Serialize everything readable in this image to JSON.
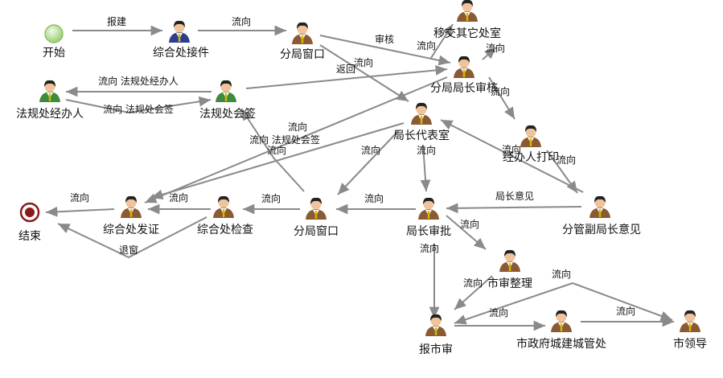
{
  "nodes": [
    {
      "id": "start",
      "label": "开始",
      "kind": "start"
    },
    {
      "id": "zhjj",
      "label": "综合处接件",
      "kind": "person-blue"
    },
    {
      "id": "fjck1",
      "label": "分局窗口",
      "kind": "person-brown"
    },
    {
      "id": "yjqt",
      "label": "移交其它处室",
      "kind": "person-brown"
    },
    {
      "id": "fjzsh",
      "label": "分局局长审核",
      "kind": "person-brown"
    },
    {
      "id": "fgjbr",
      "label": "法规处经办人",
      "kind": "person-green"
    },
    {
      "id": "fghq",
      "label": "法规处会签",
      "kind": "person-green"
    },
    {
      "id": "jzdbs",
      "label": "局长代表室",
      "kind": "person-brown"
    },
    {
      "id": "jbrdy",
      "label": "经办人打印",
      "kind": "person-brown"
    },
    {
      "id": "end",
      "label": "结束",
      "kind": "end"
    },
    {
      "id": "zhfz",
      "label": "综合处发证",
      "kind": "person-brown"
    },
    {
      "id": "zhjc",
      "label": "综合处检查",
      "kind": "person-brown"
    },
    {
      "id": "fjck2",
      "label": "分局窗口",
      "kind": "person-brown"
    },
    {
      "id": "jzsp",
      "label": "局长审批",
      "kind": "person-brown"
    },
    {
      "id": "fgfjz",
      "label": "分管副局长意见",
      "kind": "person-brown"
    },
    {
      "id": "ssz",
      "label": "市审整理",
      "kind": "person-brown"
    },
    {
      "id": "bss",
      "label": "报市审",
      "kind": "person-brown"
    },
    {
      "id": "szfcj",
      "label": "市政府城建城管处",
      "kind": "person-brown"
    },
    {
      "id": "sld",
      "label": "市领导",
      "kind": "person-brown"
    }
  ],
  "edges": [
    {
      "id": "e1",
      "label": "报建"
    },
    {
      "id": "e2",
      "label": "流向"
    },
    {
      "id": "e3",
      "label": "审核"
    },
    {
      "id": "e4",
      "label": "流向"
    },
    {
      "id": "e5",
      "label": "流向"
    },
    {
      "id": "e6",
      "label": "流向"
    },
    {
      "id": "e7",
      "label": "返回"
    },
    {
      "id": "e8",
      "label": "流向 法规处经办人"
    },
    {
      "id": "e9",
      "label": "流向 法规处会签"
    },
    {
      "id": "e10",
      "label": "流向"
    },
    {
      "id": "e11",
      "label": "流向"
    },
    {
      "id": "e12",
      "label": "流向"
    },
    {
      "id": "e13",
      "label": "流向 法规处会签"
    },
    {
      "id": "e14",
      "label": "流向"
    },
    {
      "id": "e15",
      "label": "流向"
    },
    {
      "id": "e16",
      "label": "流向"
    },
    {
      "id": "e17",
      "label": "流向"
    },
    {
      "id": "e18",
      "label": "局长意见"
    },
    {
      "id": "e19",
      "label": "流向"
    },
    {
      "id": "e20",
      "label": "流向"
    },
    {
      "id": "e21",
      "label": "流向"
    },
    {
      "id": "e22",
      "label": "流向"
    },
    {
      "id": "e23",
      "label": "退窗"
    },
    {
      "id": "e24",
      "label": "流向"
    },
    {
      "id": "e25",
      "label": "流向"
    },
    {
      "id": "e26",
      "label": "流向"
    },
    {
      "id": "e27",
      "label": "流向"
    },
    {
      "id": "e28",
      "label": "流向"
    },
    {
      "id": "e29",
      "label": "流向"
    }
  ],
  "colors": {
    "edge": "#8a8a8a",
    "start_fill": "#bfe3a0",
    "end_fill": "#8b1a1a",
    "suit_brown": "#8a5a32",
    "suit_blue": "#2c3f8f",
    "suit_green": "#3d8b3d"
  }
}
